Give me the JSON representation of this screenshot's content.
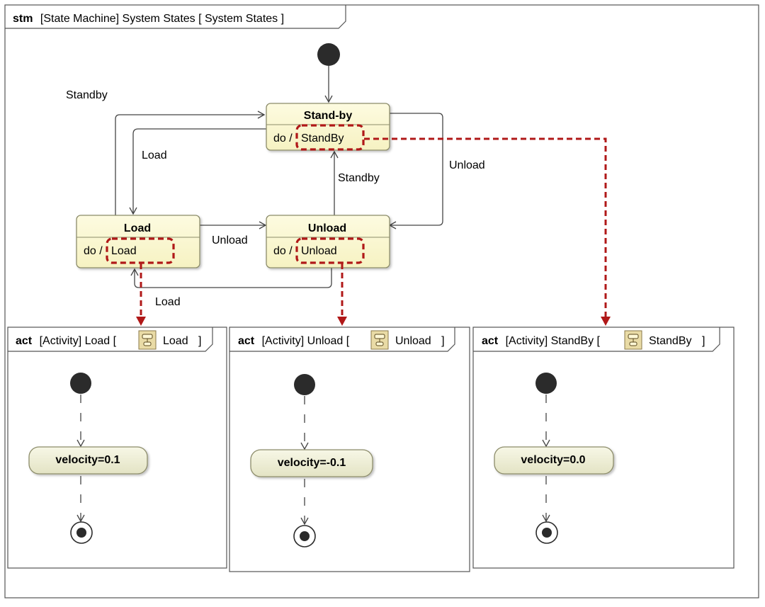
{
  "stm_frame": {
    "keyword": "stm",
    "title": "[State Machine] System States [ System States ]"
  },
  "states": {
    "standby": {
      "name": "Stand-by",
      "do_prefix": "do /",
      "do_activity": "StandBy"
    },
    "load": {
      "name": "Load",
      "do_prefix": "do /",
      "do_activity": "Load"
    },
    "unload": {
      "name": "Unload",
      "do_prefix": "do /",
      "do_activity": "Unload"
    }
  },
  "transitions": {
    "load_to_standby": "Standby",
    "standby_to_load": "Load",
    "standby_to_unload": "Unload",
    "unload_to_standby": "Standby",
    "load_to_unload": "Unload",
    "unload_to_load": "Load"
  },
  "activities": [
    {
      "keyword": "act",
      "title_prefix": "[Activity] Load [",
      "title_name": "Load",
      "title_suffix": "]",
      "action": "velocity=0.1"
    },
    {
      "keyword": "act",
      "title_prefix": "[Activity] Unload [",
      "title_name": "Unload",
      "title_suffix": "]",
      "action": "velocity=-0.1"
    },
    {
      "keyword": "act",
      "title_prefix": "[Activity] StandBy [",
      "title_name": "StandBy",
      "title_suffix": "]",
      "action": "velocity=0.0"
    }
  ],
  "colors": {
    "state_fill": "#fbf8d0",
    "state_stroke": "#8c8c6a",
    "highlight": "#b01818",
    "action_fill": "#eeeed6",
    "line": "#444444"
  }
}
